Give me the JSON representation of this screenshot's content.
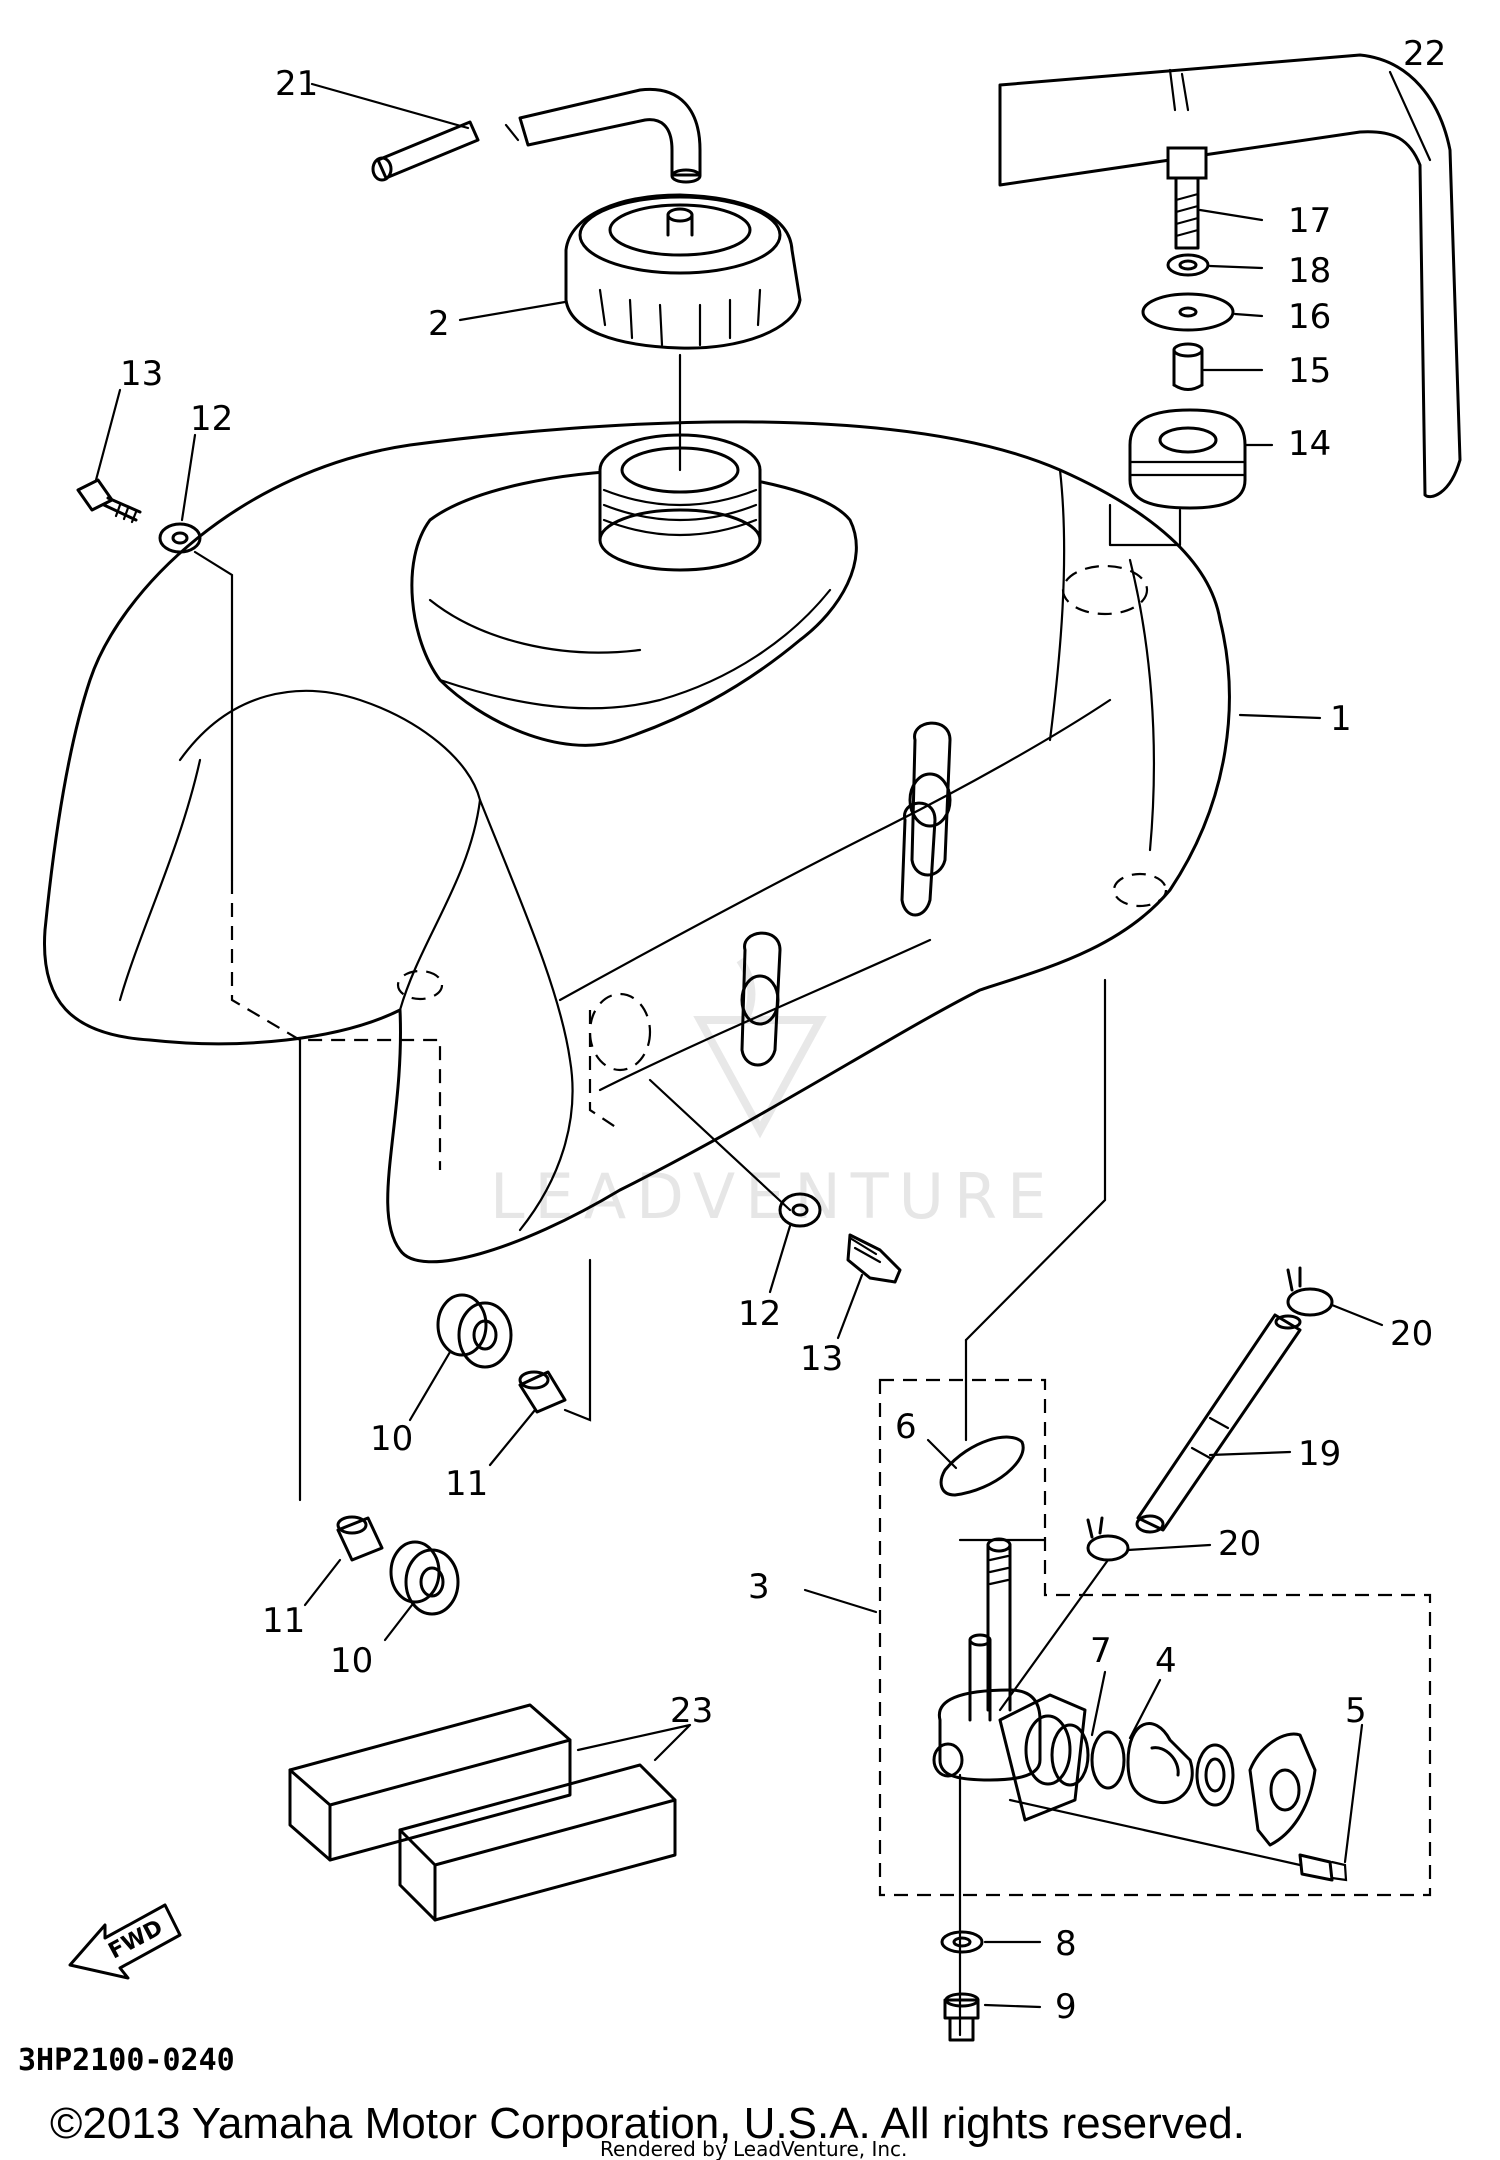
{
  "diagram_code": "3HP2100-0240",
  "watermark": "LEADVENTURE",
  "fwd_label": "FWD",
  "copyright": "©2013 Yamaha Motor Corporation, U.S.A. All rights reserved.",
  "rendered_by": "Rendered by LeadVenture, Inc.",
  "callouts": {
    "p21": "21",
    "p22": "22",
    "p2": "2",
    "p17": "17",
    "p18": "18",
    "p16": "16",
    "p15": "15",
    "p14": "14",
    "p13a": "13",
    "p12a": "12",
    "p1": "1",
    "p12b": "12",
    "p13b": "13",
    "p20a": "20",
    "p10a": "10",
    "p11a": "11",
    "p6": "6",
    "p19": "19",
    "p20b": "20",
    "p3": "3",
    "p11b": "11",
    "p10b": "10",
    "p7": "7",
    "p4": "4",
    "p5": "5",
    "p23": "23",
    "p8": "8",
    "p9": "9"
  }
}
